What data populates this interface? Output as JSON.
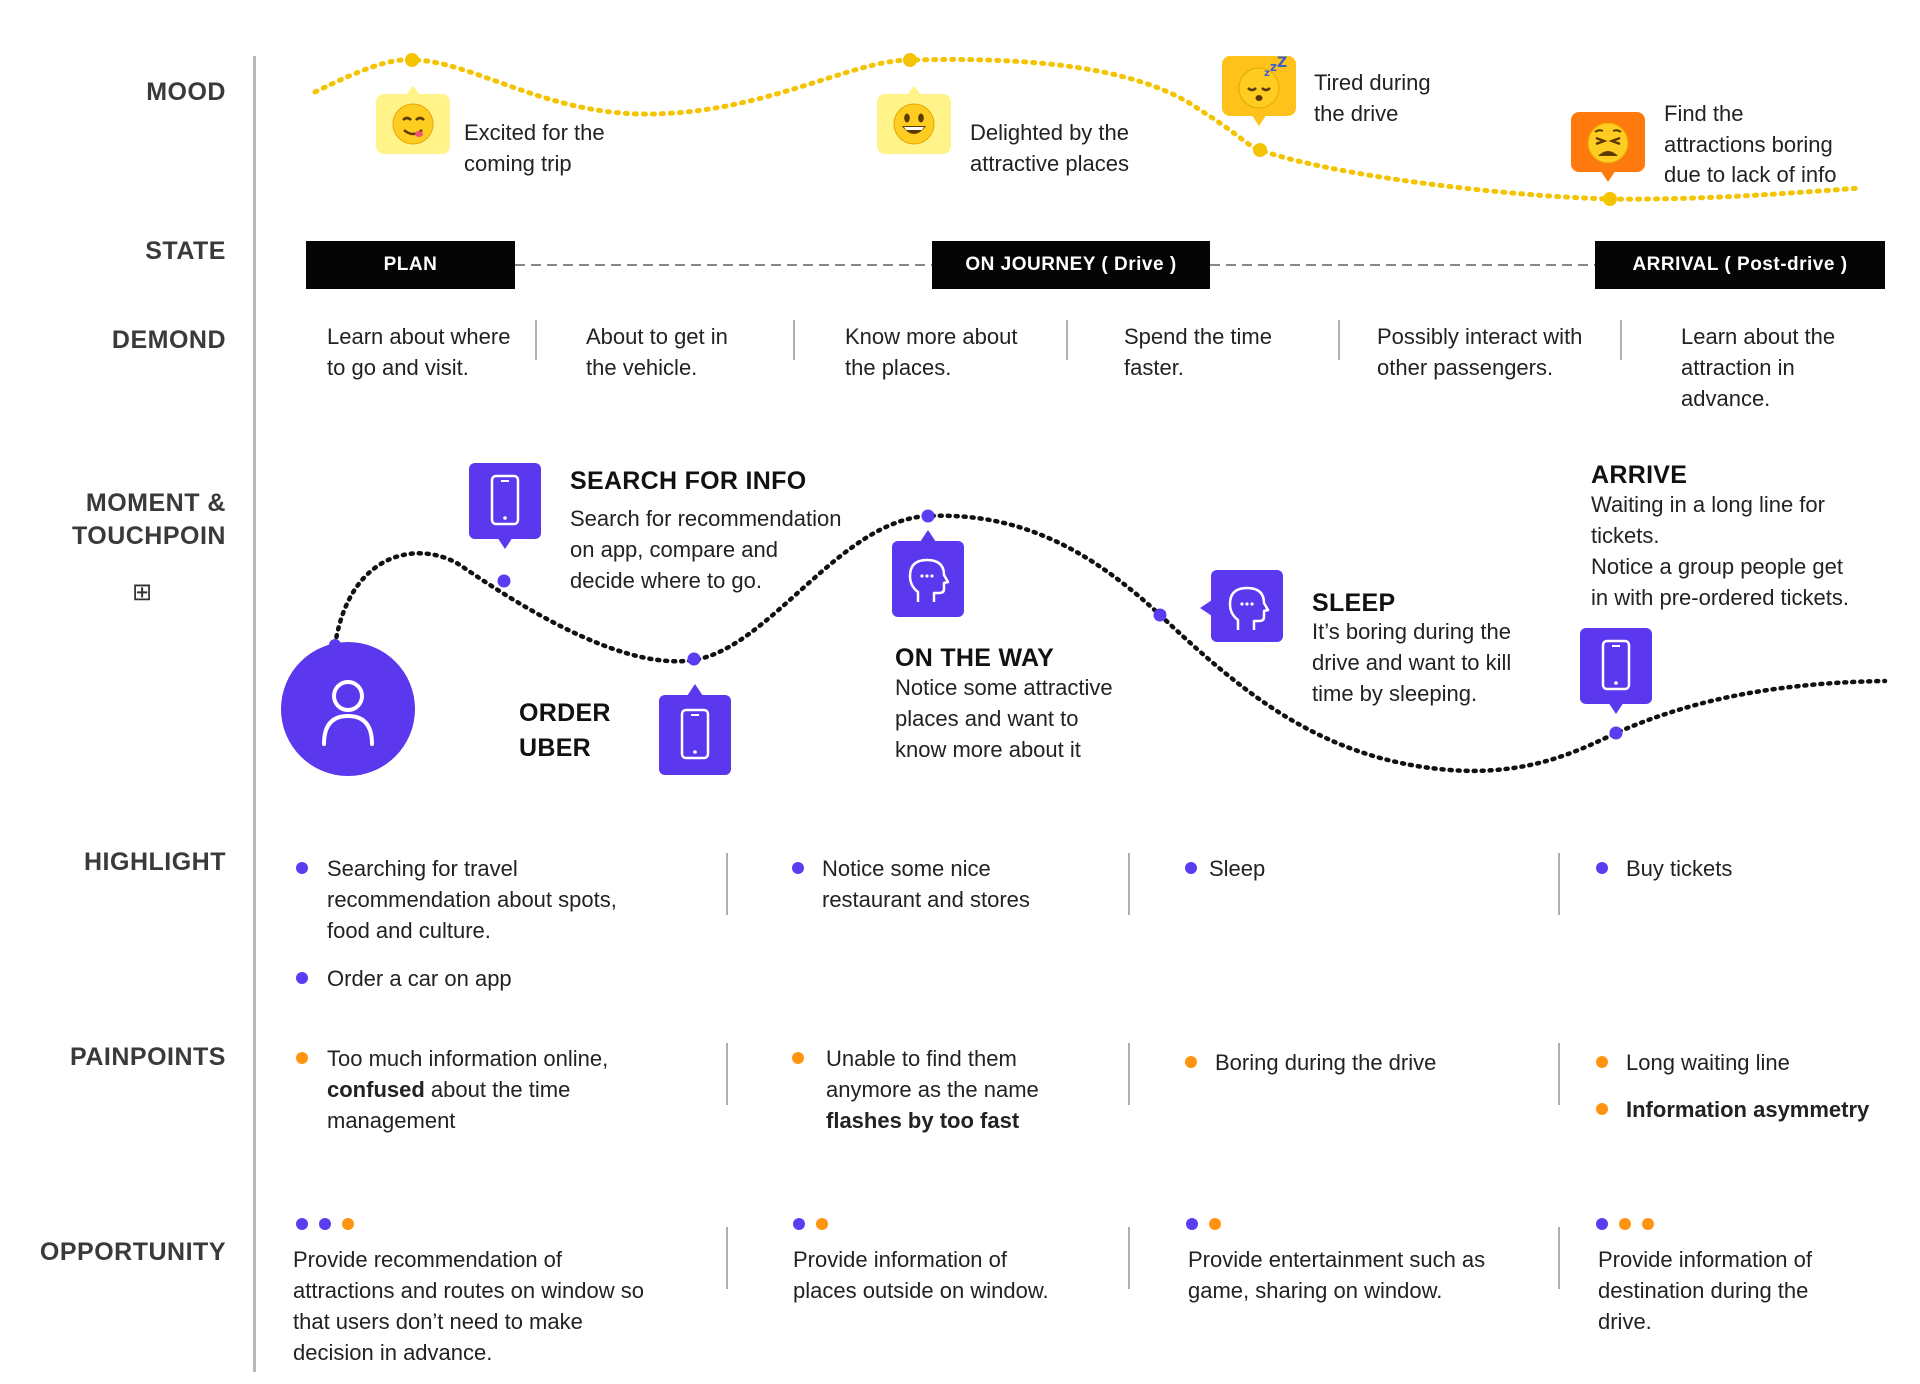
{
  "rows": {
    "mood": "MOOD",
    "state": "STATE",
    "demand": "DEMOND",
    "moment_line1": "MOMENT &",
    "moment_line2": "TOUCHPOIN",
    "highlight": "HIGHLIGHT",
    "painpoints": "PAINPOINTS",
    "opportunity": "OPPORTUNITY"
  },
  "expand_glyph": "⊞",
  "mood": [
    {
      "line1": "Excited for the",
      "line2": "coming trip",
      "icon": "yum-face-icon"
    },
    {
      "line1": "Delighted by the",
      "line2": "attractive places",
      "icon": "grin-face-icon"
    },
    {
      "line1": "Tired during",
      "line2": "the drive",
      "icon": "sleepy-face-icon"
    },
    {
      "line1": "Find the",
      "line2": "attractions boring",
      "line3": "due to lack of info",
      "icon": "weary-face-icon"
    }
  ],
  "states": [
    "PLAN",
    "ON JOURNEY  ( Drive )",
    "ARRIVAL  ( Post-drive )"
  ],
  "demands": [
    {
      "l1": "Learn about where",
      "l2": "to go and visit."
    },
    {
      "l1": "About to get in",
      "l2": "the vehicle."
    },
    {
      "l1": "Know more about",
      "l2": "the places."
    },
    {
      "l1": "Spend the time",
      "l2": "faster."
    },
    {
      "l1": "Possibly interact with",
      "l2": "other passengers."
    },
    {
      "l1": "Learn about the",
      "l2": "attraction in",
      "l3": "advance."
    }
  ],
  "moments": {
    "search": {
      "title": "SEARCH FOR INFO",
      "l1": "Search for recommendation",
      "l2": "on app, compare and",
      "l3": "decide where to go."
    },
    "order": {
      "l1": "ORDER",
      "l2": "UBER"
    },
    "onway": {
      "title": "ON THE WAY",
      "l1": "Notice some attractive",
      "l2": "places and want to",
      "l3": "know more about it"
    },
    "sleep": {
      "title": "SLEEP",
      "l1": "It’s boring during the",
      "l2": "drive and want to kill",
      "l3": "time by sleeping."
    },
    "arrive": {
      "title": "ARRIVE",
      "l1": "Waiting in a long line for",
      "l2": "tickets.",
      "l3": "Notice a group people get",
      "l4": "in with pre-ordered tickets."
    }
  },
  "highlights": {
    "c1a": {
      "l1": "Searching for travel",
      "l2": "recommendation about spots,",
      "l3": "food and culture."
    },
    "c1b": "Order a car on app",
    "c2": {
      "l1": "Notice some nice",
      "l2": "restaurant and stores"
    },
    "c3": "Sleep",
    "c4": "Buy tickets"
  },
  "painpoints": {
    "c1": {
      "l1": "Too much information online,",
      "l2_bold": "confused",
      "l2_rest": " about the time",
      "l3": "management"
    },
    "c2": {
      "l1": "Unable to find them",
      "l2": "anymore as the name",
      "l3_bold": "flashes by too fast"
    },
    "c3": "Boring during the drive",
    "c4a": "Long waiting line",
    "c4b": "Information asymmetry"
  },
  "opportunities": {
    "c1": {
      "l1": "Provide recommendation of",
      "l2": "attractions and routes on window so",
      "l3": "that users don’t need to make",
      "l4": "decision in advance."
    },
    "c2": {
      "l1": "Provide information of",
      "l2": "places outside on window."
    },
    "c3": {
      "l1": "Provide entertainment such as",
      "l2": "game, sharing on window."
    },
    "c4": {
      "l1": "Provide information of",
      "l2": "destination during the",
      "l3": "drive."
    }
  },
  "colors": {
    "accent_purple": "#5a3df0",
    "mood_yellow": "#f5c400",
    "pain_orange": "#ff9411"
  }
}
